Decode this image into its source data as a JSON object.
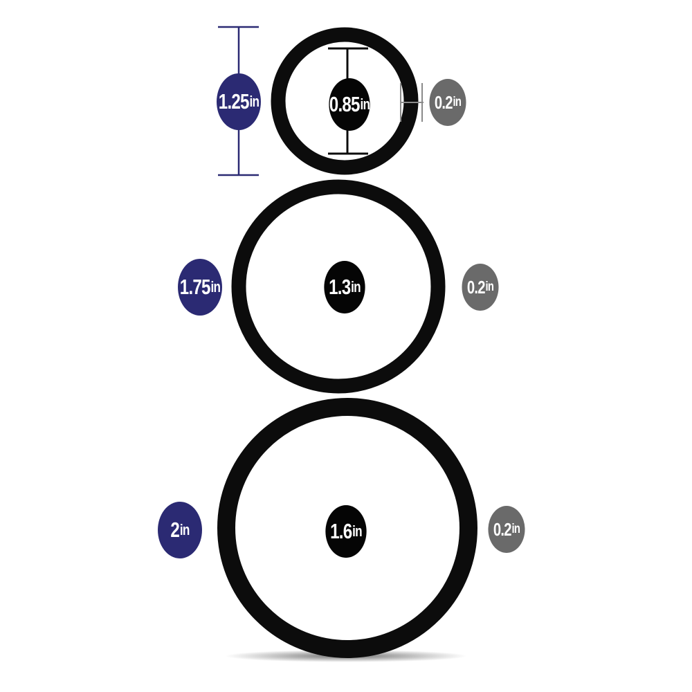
{
  "colors": {
    "outer_badge": "#2b2a73",
    "inner_badge": "#050505",
    "thickness_badge": "#6a6a6a",
    "ring": "#0c0c0c",
    "dimension_line": "#2b2a73",
    "thickness_line": "#8a8a8a"
  },
  "unit": "in",
  "rings": [
    {
      "outer_diameter": "1.25",
      "inner_diameter": "0.85",
      "thickness": "0.2"
    },
    {
      "outer_diameter": "1.75",
      "inner_diameter": "1.3",
      "thickness": "0.2"
    },
    {
      "outer_diameter": "2",
      "inner_diameter": "1.6",
      "thickness": "0.2"
    }
  ]
}
